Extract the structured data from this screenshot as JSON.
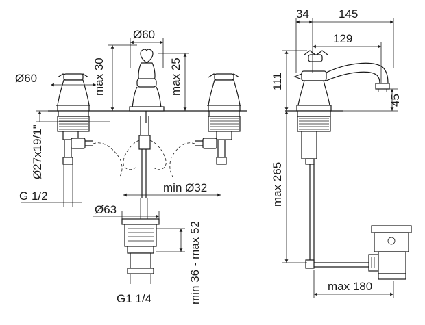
{
  "front_view": {
    "dims": {
      "handle_dia": "Ø60",
      "spout_dia": "Ø60",
      "spout_max_height": "max 30",
      "spout_height": "max 25",
      "thread": "Ø27x19/1\"",
      "hole_dia": "min Ø32",
      "inlet": "G 1/2",
      "waste_dia": "Ø63",
      "waste_range": "min 36 - max 52",
      "waste_thread": "G1 1/4"
    }
  },
  "side_view": {
    "dims": {
      "top_left": "34",
      "top_total": "145",
      "reach": "129",
      "height": "111",
      "spout_outlet": "45",
      "depth": "max 265",
      "rod": "max 180"
    }
  }
}
